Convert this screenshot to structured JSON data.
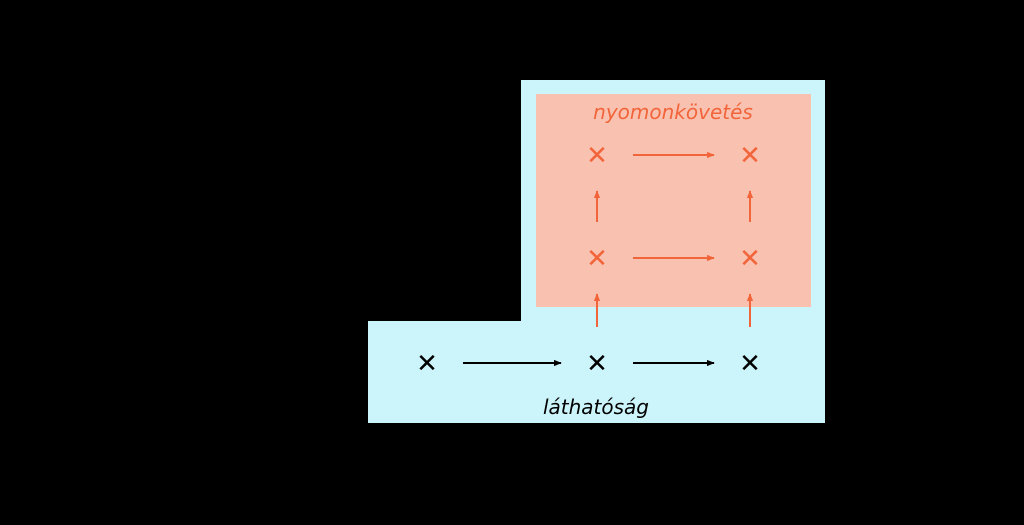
{
  "diagram": {
    "outer_label": "láthatóság",
    "inner_label": "nyomonkövetés",
    "node_glyph": "✕"
  },
  "colors": {
    "background": "#000000",
    "outer_region": "#ccf5fb",
    "inner_region": "#f9c1b0",
    "accent": "#f2643a",
    "dark": "#000000"
  },
  "nodes": [
    {
      "id": "n-bottom-left",
      "level": "outer",
      "color": "dark"
    },
    {
      "id": "n-bottom-middle",
      "level": "outer",
      "color": "dark"
    },
    {
      "id": "n-bottom-right",
      "level": "outer",
      "color": "dark"
    },
    {
      "id": "n-middle-left",
      "level": "inner",
      "color": "accent"
    },
    {
      "id": "n-middle-right",
      "level": "inner",
      "color": "accent"
    },
    {
      "id": "n-top-left",
      "level": "inner",
      "color": "accent"
    },
    {
      "id": "n-top-right",
      "level": "inner",
      "color": "accent"
    }
  ],
  "edges": [
    {
      "from": "n-bottom-left",
      "to": "n-bottom-middle",
      "color": "dark"
    },
    {
      "from": "n-bottom-middle",
      "to": "n-bottom-right",
      "color": "dark"
    },
    {
      "from": "n-bottom-middle",
      "to": "n-middle-left",
      "color": "accent"
    },
    {
      "from": "n-bottom-right",
      "to": "n-middle-right",
      "color": "accent"
    },
    {
      "from": "n-middle-left",
      "to": "n-middle-right",
      "color": "accent"
    },
    {
      "from": "n-middle-left",
      "to": "n-top-left",
      "color": "accent"
    },
    {
      "from": "n-middle-right",
      "to": "n-top-right",
      "color": "accent"
    },
    {
      "from": "n-top-left",
      "to": "n-top-right",
      "color": "accent"
    }
  ]
}
